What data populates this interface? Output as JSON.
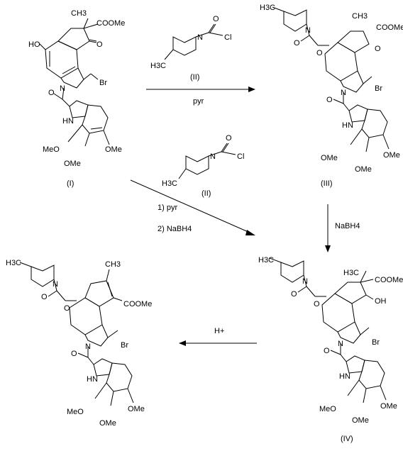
{
  "labels": {
    "ho": "HO",
    "ch3": "H3C",
    "ch3_fancy": "CH3",
    "coome": "COOMe",
    "oxo": "O",
    "br": "Br",
    "n": "N",
    "hn": "HN",
    "o": "O",
    "ome": "OMe",
    "meo": "MeO",
    "cl": "Cl",
    "oh": "OH",
    "h3c_alkene": "CH3"
  },
  "compounds": {
    "I": "(I)",
    "II": "(II)",
    "III": "(III)",
    "IV": "(IV)"
  },
  "arrows": {
    "a1_cond": "pyr",
    "a2_cond1": "1) pyr",
    "a2_cond2": "2) NaBH4",
    "a3_cond": "NaBH4",
    "a4_cond": "H+"
  }
}
